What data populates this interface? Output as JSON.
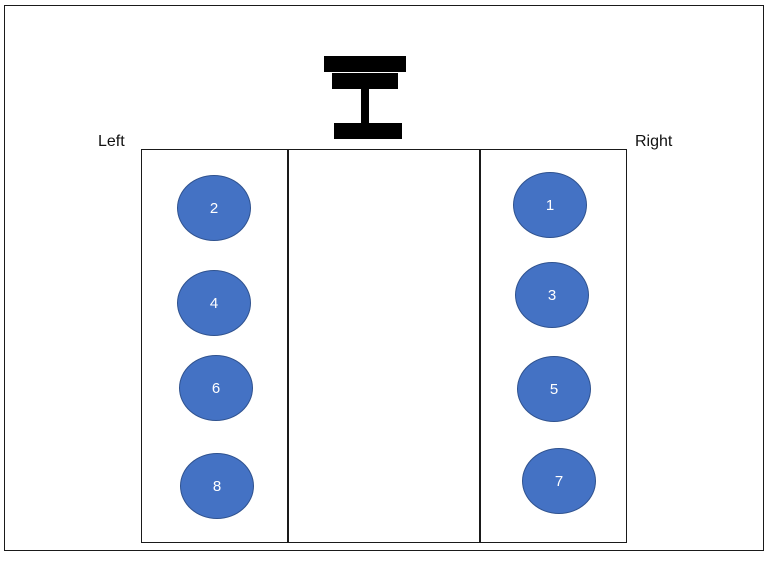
{
  "labels": {
    "left": "Left",
    "right": "Right"
  },
  "cylinders": {
    "left": [
      "2",
      "4",
      "6",
      "8"
    ],
    "right": [
      "1",
      "3",
      "5",
      "7"
    ]
  },
  "front_icon": "engine-front-pulley-icon",
  "colors": {
    "cylinder_fill": "#4472c4",
    "cylinder_border": "#2f528f",
    "line": "#1a1a1a",
    "icon": "#000000"
  }
}
